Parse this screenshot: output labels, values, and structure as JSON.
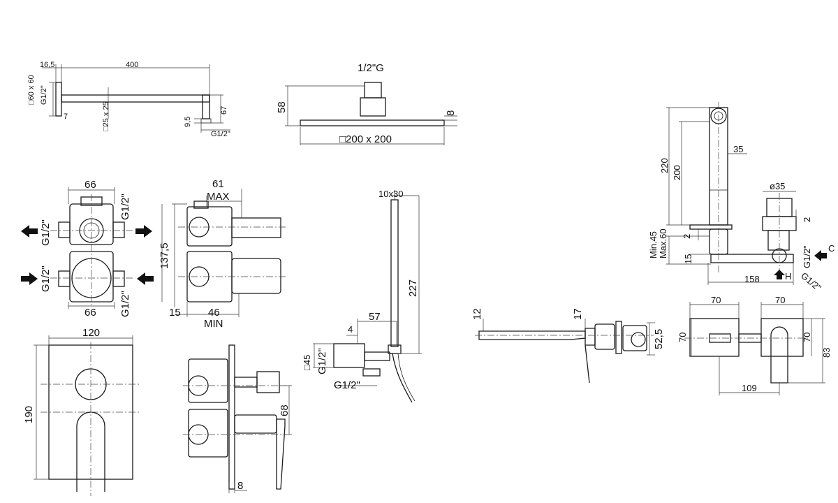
{
  "drawings": {
    "shower_arm": {
      "d_16_5": "16,5",
      "d_400": "400",
      "d_60x60": "□60 x 60",
      "d_g12_left": "G1/2\"",
      "d_7": "7",
      "d_25x25": "□25 x 25",
      "d_9_5": "9,5",
      "d_67": "67",
      "d_g12_bottom": "G1/2\""
    },
    "shower_head": {
      "d_thread": "1/2\"G",
      "d_58": "58",
      "d_8": "8",
      "d_size": "□200 x 200"
    },
    "valve_front": {
      "d_66_top": "66",
      "d_66_bottom": "66",
      "d_g12_tr": "G1/2\"",
      "d_g12_br": "G1/2\"",
      "d_g12_tl": "G1/2\"",
      "d_g12_bl": "G1/2\"",
      "d_137_5": "137,5"
    },
    "valve_side": {
      "d_61": "61",
      "d_max": "MAX",
      "d_15": "15",
      "d_46": "46",
      "d_min": "MIN"
    },
    "hand_shower": {
      "d_10x30": "10x30",
      "d_227": "227",
      "d_57": "57",
      "d_4": "4",
      "d_45": "□45",
      "d_g12_v": "G1/2\"",
      "d_g12_h": "G1/2\""
    },
    "plate_front": {
      "d_120": "120",
      "d_190": "190"
    },
    "mixer_side": {
      "d_68": "68",
      "d_8": "8"
    },
    "spout_side": {
      "d_12": "12",
      "d_17": "17",
      "d_52_5": "52,5"
    },
    "spout_top": {
      "d_70_a": "70",
      "d_70_b": "70",
      "d_70_left": "70",
      "d_70_right": "70",
      "d_83": "83",
      "d_109": "109"
    },
    "basin_mixer": {
      "d_220": "220",
      "d_200": "200",
      "d_35": "35",
      "d_dia35": "ø35",
      "d_2_a": "2",
      "d_2_b": "2",
      "d_min45": "Min.45",
      "d_max60": "Max.60",
      "d_15": "15",
      "d_158": "158",
      "d_g12_c": "G1/2\"",
      "d_g12_h": "G1/2\"",
      "d_c": "C",
      "d_h": "H"
    }
  }
}
